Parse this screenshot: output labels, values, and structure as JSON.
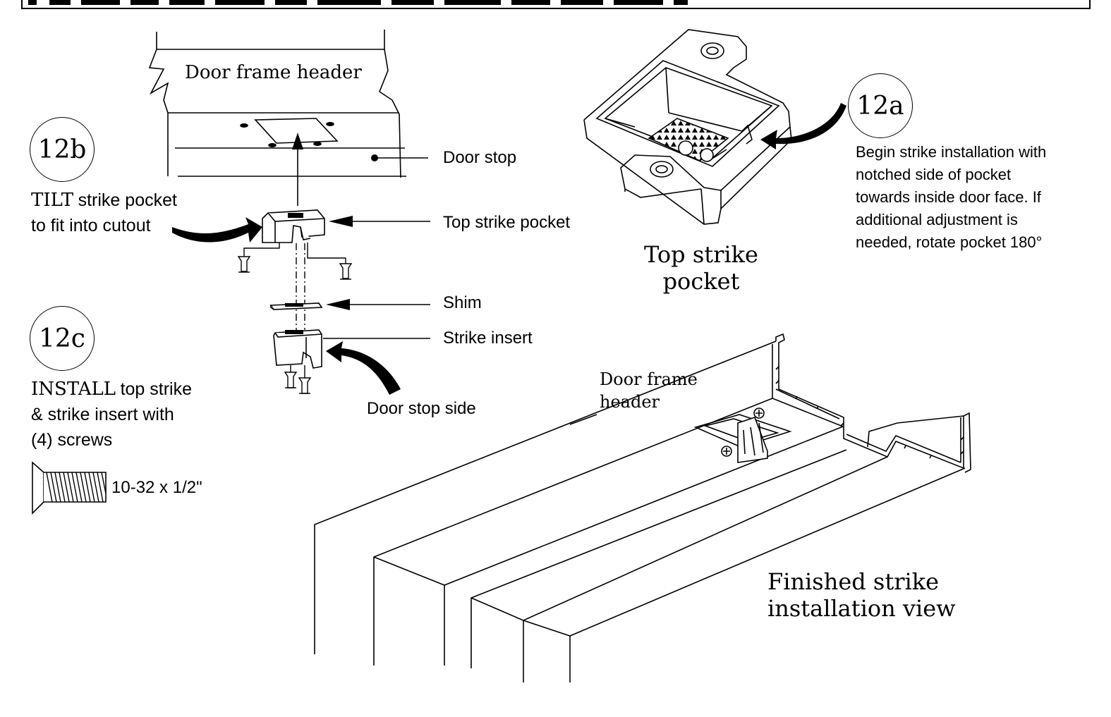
{
  "title_partial": "",
  "step_12a": {
    "label": "12a",
    "text_lines": [
      "Begin strike installation with",
      "notched side of pocket",
      "towards inside door face. If",
      "additional adjustment is",
      "needed, rotate pocket 180°"
    ],
    "caption_lines": [
      "Top strike",
      "pocket"
    ]
  },
  "step_12b": {
    "label": "12b",
    "line1_word": "TILT",
    "line1_rest": "strike pocket",
    "line2": "to fit into cutout"
  },
  "step_12c": {
    "label": "12c",
    "line1_word": "INSTALL",
    "line1_rest": "top strike",
    "line2": "& strike insert with",
    "line3": "(4) screws",
    "screw_spec": "10-32 x 1/2\""
  },
  "exploded_view": {
    "header_label": "Door frame header",
    "callouts": {
      "door_stop": "Door stop",
      "top_strike_pocket": "Top strike pocket",
      "shim": "Shim",
      "strike_insert": "Strike insert",
      "door_stop_side": "Door stop side"
    }
  },
  "finished_view": {
    "header_label_lines": [
      "Door frame",
      "header"
    ],
    "caption_lines": [
      "Finished strike",
      "installation view"
    ]
  },
  "icons": [
    "curved-arrow-icon",
    "up-arrow-icon",
    "leader-arrow-icon",
    "screw-icon"
  ],
  "colors": {
    "ink": "#000000",
    "paper": "#ffffff"
  }
}
